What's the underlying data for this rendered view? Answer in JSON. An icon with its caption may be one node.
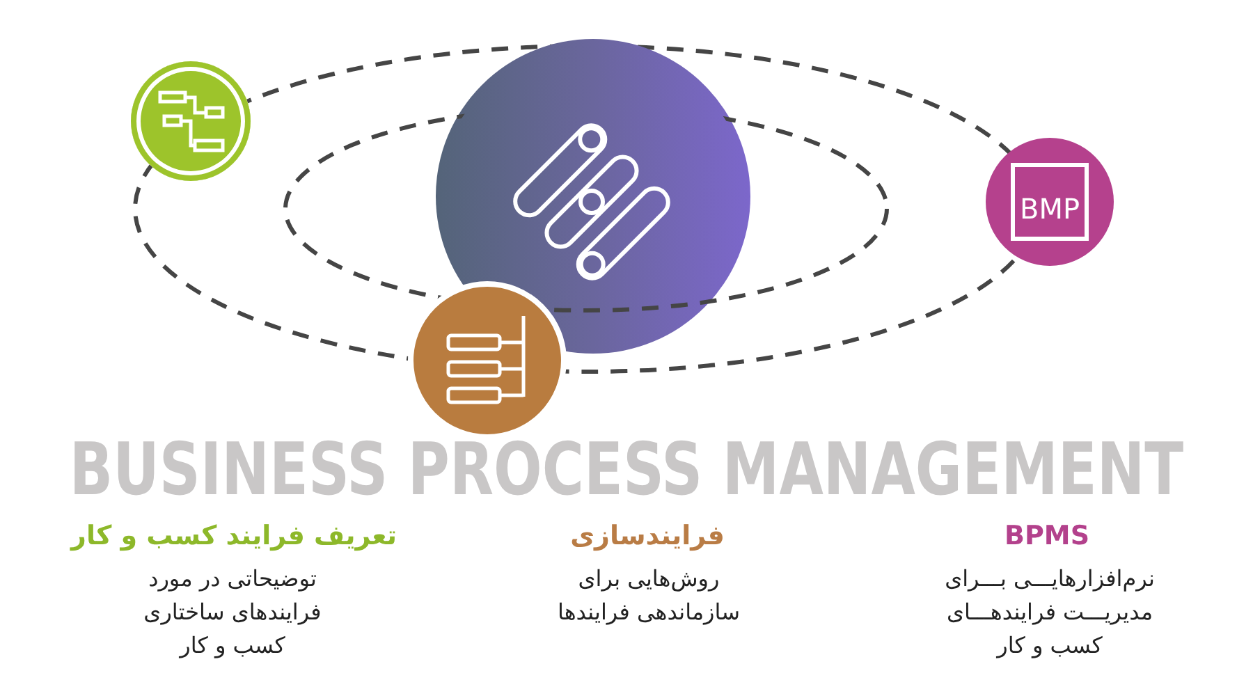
{
  "diagram": {
    "title": "BUSINESS PROCESS MANAGEMENT",
    "nodes": [
      {
        "text": [],
        "shape": "circle"
      },
      {
        "text": [],
        "shape": "circle"
      },
      {
        "text": [
          "BMP"
        ]
      },
      {
        "text": [],
        "shape": "circle"
      }
    ],
    "labels": [
      "تعریف فرایند کسب و کار",
      "توضیحاتی در مورد فرایندهای ساختاری کسب و کار",
      "فرایندسازی",
      "روش‌هایی برای سازماندهی فرایندها",
      "BPMS",
      "نرم‌افزارهایـــی بـــرای مدیریـــت فرایندهـــای کسب و کار"
    ]
  }
}
